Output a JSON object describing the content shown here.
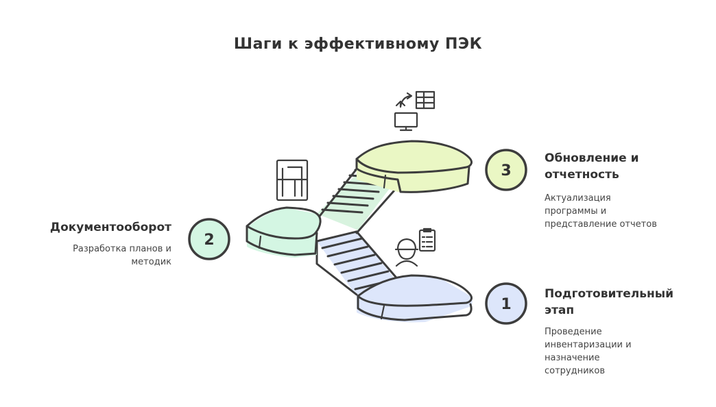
{
  "title": "Шаги к эффективному ПЭК",
  "steps": [
    {
      "number": "1",
      "title_line1": "Подготовительный",
      "title_line2": "этап",
      "desc": [
        "Проведение",
        "инвентаризации и",
        "назначение",
        "сотрудников"
      ],
      "color": "#dde6fb",
      "icon": "worker-checklist-icon"
    },
    {
      "number": "2",
      "title_line1": "Документооборот",
      "title_line2": "",
      "desc": [
        "Разработка планов и",
        "методик"
      ],
      "color": "#d4f6e3",
      "icon": "document-icon"
    },
    {
      "number": "3",
      "title_line1": "Обновление и",
      "title_line2": "отчетность",
      "desc": [
        "Актуализация",
        "программы и",
        "представление отчетов"
      ],
      "color": "#eaf7c4",
      "icon": "monitor-table-icon"
    }
  ]
}
